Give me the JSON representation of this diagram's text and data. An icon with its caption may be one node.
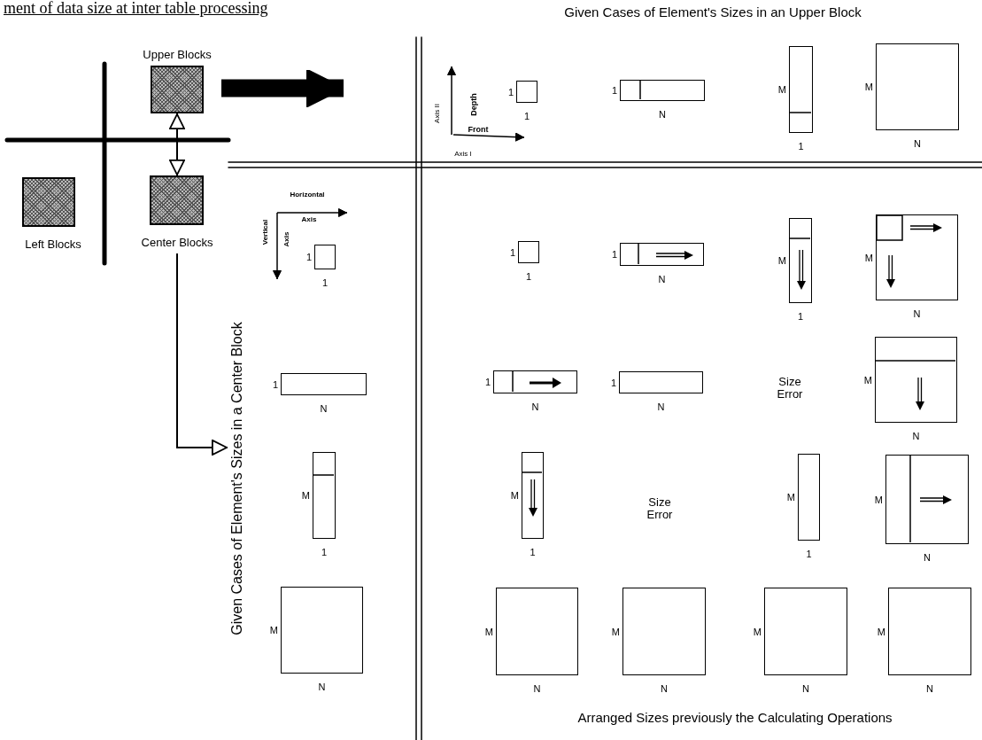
{
  "diagram": {
    "title": "ment of data size at inter table processing",
    "nodes": [
      {
        "text": [
          "Upper Blocks"
        ]
      },
      {
        "text": [
          "Left Blocks"
        ]
      },
      {
        "text": [
          "Center Blocks"
        ]
      },
      {
        "text": [
          "Given Cases of Element's Sizes in a Center Block"
        ]
      },
      {
        "text": [],
        "shape": "box",
        "beside": [
          "1",
          "1"
        ]
      },
      {
        "text": [],
        "shape": "box",
        "beside": [
          "1",
          "N"
        ]
      },
      {
        "text": [],
        "shape": "box",
        "beside": [
          "M",
          "1"
        ]
      },
      {
        "text": [],
        "shape": "box",
        "beside": [
          "M",
          "N"
        ]
      },
      {
        "text": [],
        "shape": "box",
        "beside": [
          "1",
          "1"
        ]
      },
      {
        "text": [],
        "shape": "box",
        "beside": [
          "1",
          "1"
        ]
      },
      {
        "text": [],
        "shape": "box",
        "beside": [
          "1",
          "N"
        ]
      },
      {
        "text": [],
        "shape": "box",
        "beside": [
          "M",
          "1"
        ]
      },
      {
        "text": [],
        "shape": "box",
        "beside": [
          "M",
          "N"
        ]
      },
      {
        "text": [],
        "shape": "box",
        "beside": [
          "1",
          "N"
        ]
      },
      {
        "text": [],
        "shape": "box",
        "beside": [
          "1",
          "N"
        ]
      },
      {
        "text": [],
        "shape": "box",
        "beside": [
          "1",
          "N"
        ]
      },
      {
        "text": [],
        "shape": "box",
        "beside": [
          "M",
          "N"
        ]
      },
      {
        "text": [],
        "shape": "box",
        "beside": [
          "M",
          "1"
        ]
      },
      {
        "text": [],
        "shape": "box",
        "beside": [
          "M",
          "1"
        ]
      },
      {
        "text": [],
        "shape": "box",
        "beside": [
          "M",
          "1"
        ]
      },
      {
        "text": [],
        "shape": "box",
        "beside": [
          "M",
          "N"
        ]
      },
      {
        "text": [],
        "shape": "box",
        "beside": [
          "M",
          "N"
        ]
      },
      {
        "text": [],
        "shape": "box",
        "beside": [
          "M",
          "N"
        ]
      },
      {
        "text": [],
        "shape": "box",
        "beside": [
          "M",
          "N"
        ]
      },
      {
        "text": [],
        "shape": "box",
        "beside": [
          "M",
          "N"
        ]
      },
      {
        "text": [],
        "shape": "box",
        "beside": [
          "M",
          "N"
        ]
      }
    ],
    "edges": [
      {
        "from": 0,
        "to": 2,
        "arrow": "both"
      },
      {
        "from": 2,
        "to": 3,
        "arrow": "to"
      },
      {
        "from": 0,
        "to": null,
        "arrow": "to",
        "style": "thick"
      }
    ],
    "labels": [
      "Given Cases of Element's Sizes in an Upper Block",
      "Axis II",
      "Depth",
      "Front",
      "Axis I",
      "Horizontal",
      "Axis",
      "Vertical",
      "Axis",
      "Size Error",
      "Size Error",
      "Arranged Sizes previously the Calculating Operations"
    ]
  }
}
